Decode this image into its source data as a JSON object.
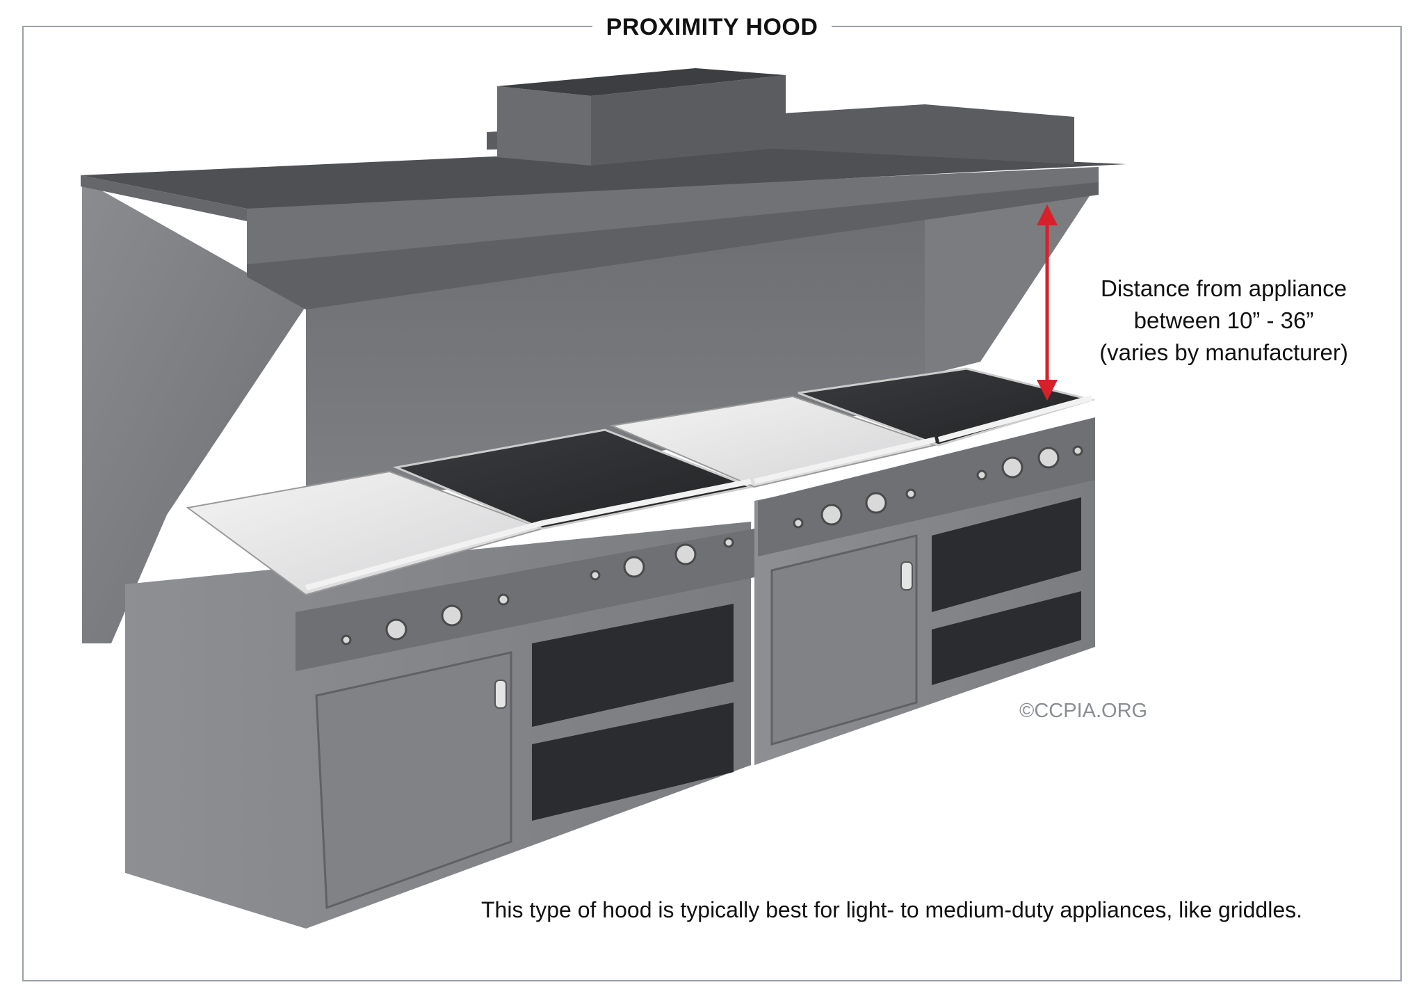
{
  "title": "PROXIMITY HOOD",
  "annotation": {
    "lines": [
      "Distance from appliance",
      "between 10” - 36”",
      "(varies by manufacturer)"
    ]
  },
  "watermark": "©CCPIA.ORG",
  "caption": "This type of hood is typically best for light- to medium-duty appliances, like griddles.",
  "colors": {
    "arrow": "#d8202a",
    "frame": "#9aa0aa",
    "steel_dark": "#4e5054",
    "steel_mid": "#75777b",
    "steel_light": "#8c8e92",
    "griddle_top": "#eaeaea",
    "charbroiler_top": "#2f3033"
  }
}
